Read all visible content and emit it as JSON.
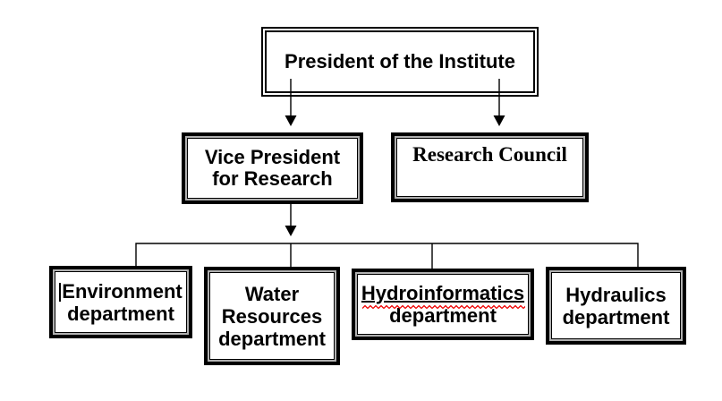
{
  "diagram": {
    "type": "org-chart",
    "nodes": {
      "president": {
        "label": "President of the Institute"
      },
      "vice_president": {
        "lines": [
          "Vice President",
          "for Research"
        ]
      },
      "research_council": {
        "label": "Research Council"
      },
      "environment": {
        "lines": [
          "Environment",
          "department"
        ],
        "text_cursor_visible": true
      },
      "water_resources": {
        "lines": [
          "Water",
          "Resources",
          "department"
        ]
      },
      "hydroinformatics": {
        "lines": [
          "Hydroinformatics",
          "department"
        ],
        "first_line_underlined": true,
        "spellcheck_squiggle": true
      },
      "hydraulics": {
        "lines": [
          "Hydraulics",
          "department"
        ]
      }
    },
    "edges": [
      {
        "from": "president",
        "to": "vice_president",
        "style": "arrow"
      },
      {
        "from": "president",
        "to": "research_council",
        "style": "arrow"
      },
      {
        "from": "vice_president",
        "to": "departments_bus",
        "style": "arrow"
      },
      {
        "from": "departments_bus",
        "to": "environment",
        "style": "line"
      },
      {
        "from": "departments_bus",
        "to": "water_resources",
        "style": "line"
      },
      {
        "from": "departments_bus",
        "to": "hydroinformatics",
        "style": "line"
      },
      {
        "from": "departments_bus",
        "to": "hydraulics",
        "style": "line"
      }
    ],
    "colors": {
      "line": "#000000",
      "box_border": "#000000",
      "box_fill": "#ffffff",
      "border_gap_gray": "#b0b0b0",
      "spellcheck_squiggle": "#ee0000",
      "background": "#ffffff"
    }
  }
}
